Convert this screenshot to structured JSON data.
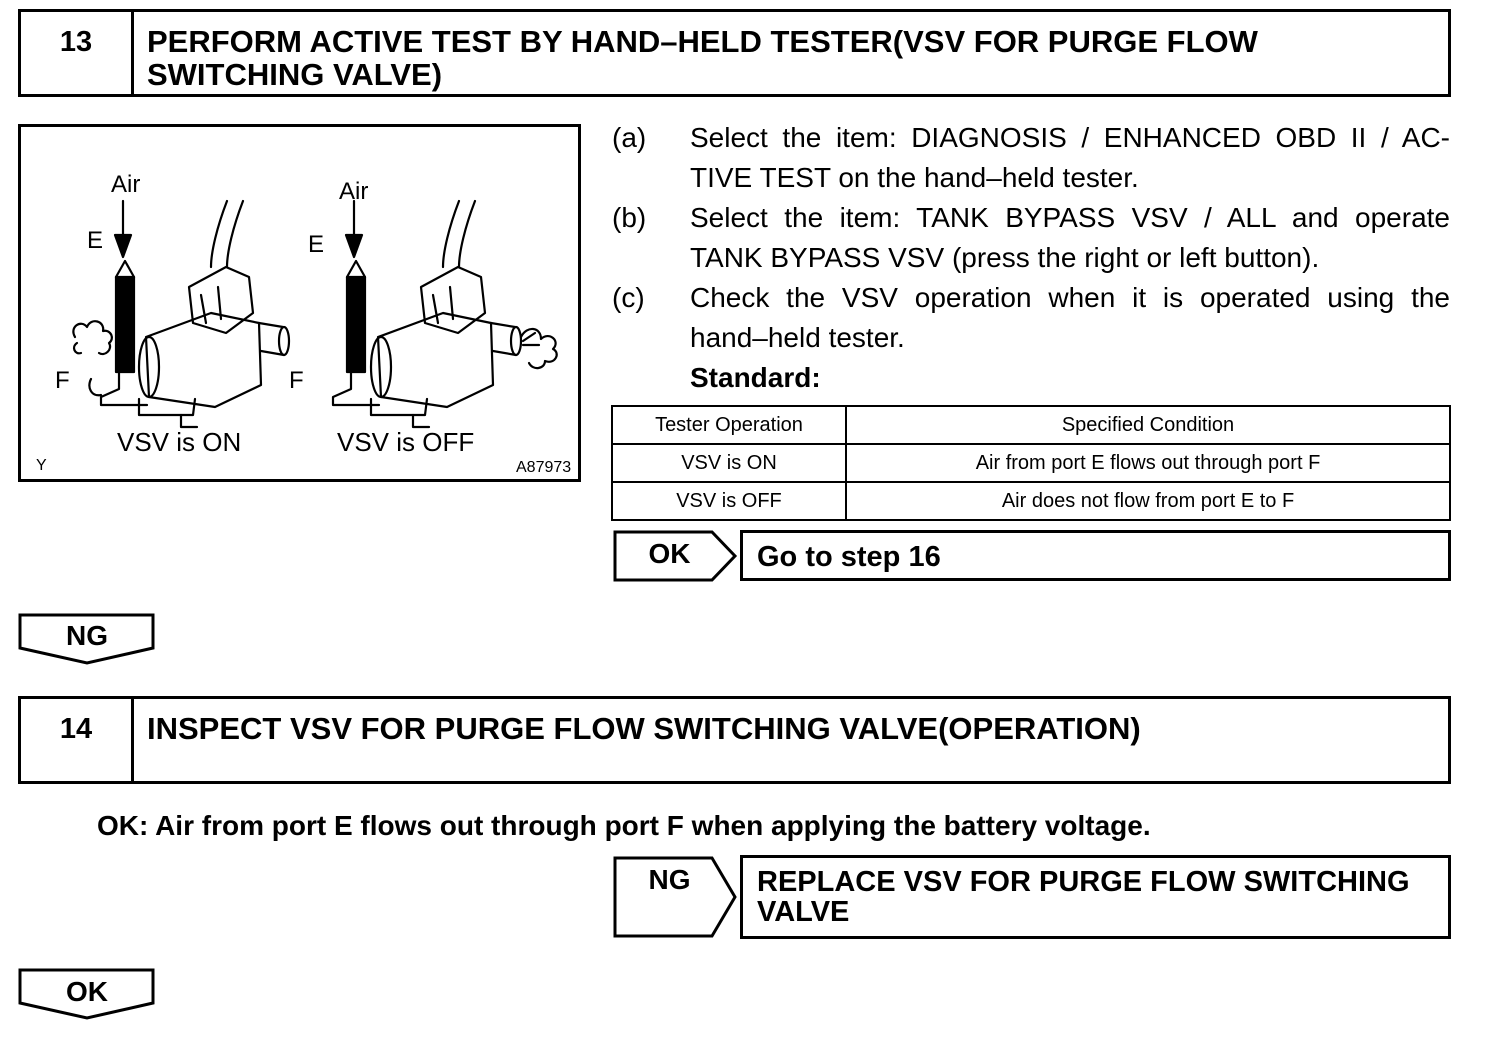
{
  "step13": {
    "number": "13",
    "title_line1": "PERFORM ACTIVE TEST BY HAND–HELD TESTER(VSV FOR PURGE FLOW",
    "title_line2": "SWITCHING VALVE)"
  },
  "figure": {
    "left_air": "Air",
    "left_e": "E",
    "left_f": "F",
    "left_caption": "VSV is ON",
    "right_air": "Air",
    "right_e": "E",
    "right_f": "F",
    "right_caption": "VSV is OFF",
    "corner_y": "Y",
    "figure_id": "A87973"
  },
  "instructions": [
    {
      "tag": "(a)",
      "line1": "Select the item: DIAGNOSIS / ENHANCED OBD II / AC-",
      "line2": "TIVE TEST on the hand–held tester."
    },
    {
      "tag": "(b)",
      "line1": "Select the item: TANK BYPASS VSV / ALL and operate",
      "line2": "TANK BYPASS VSV (press the right or left button)."
    },
    {
      "tag": "(c)",
      "line1": "Check the VSV operation when it is operated using the",
      "line2": "hand–held tester."
    }
  ],
  "standard_label": "Standard:",
  "spec_table": {
    "headers": [
      "Tester Operation",
      "Specified Condition"
    ],
    "rows": [
      [
        "VSV is ON",
        "Air from port E flows out through port F"
      ],
      [
        "VSV is OFF",
        "Air does not flow from port E to F"
      ]
    ]
  },
  "ok_result13": {
    "tag": "OK",
    "text": "Go to step 16"
  },
  "ng_arrow13": "NG",
  "step14": {
    "number": "14",
    "title": "INSPECT VSV FOR PURGE FLOW SWITCHING VALVE(OPERATION)"
  },
  "ok_condition14": "OK: Air from port E flows out through port F when applying the battery voltage.",
  "ng_result14": {
    "tag": "NG",
    "line1": "REPLACE VSV FOR PURGE FLOW SWITCHING",
    "line2": "VALVE"
  },
  "ok_arrow14": "OK"
}
